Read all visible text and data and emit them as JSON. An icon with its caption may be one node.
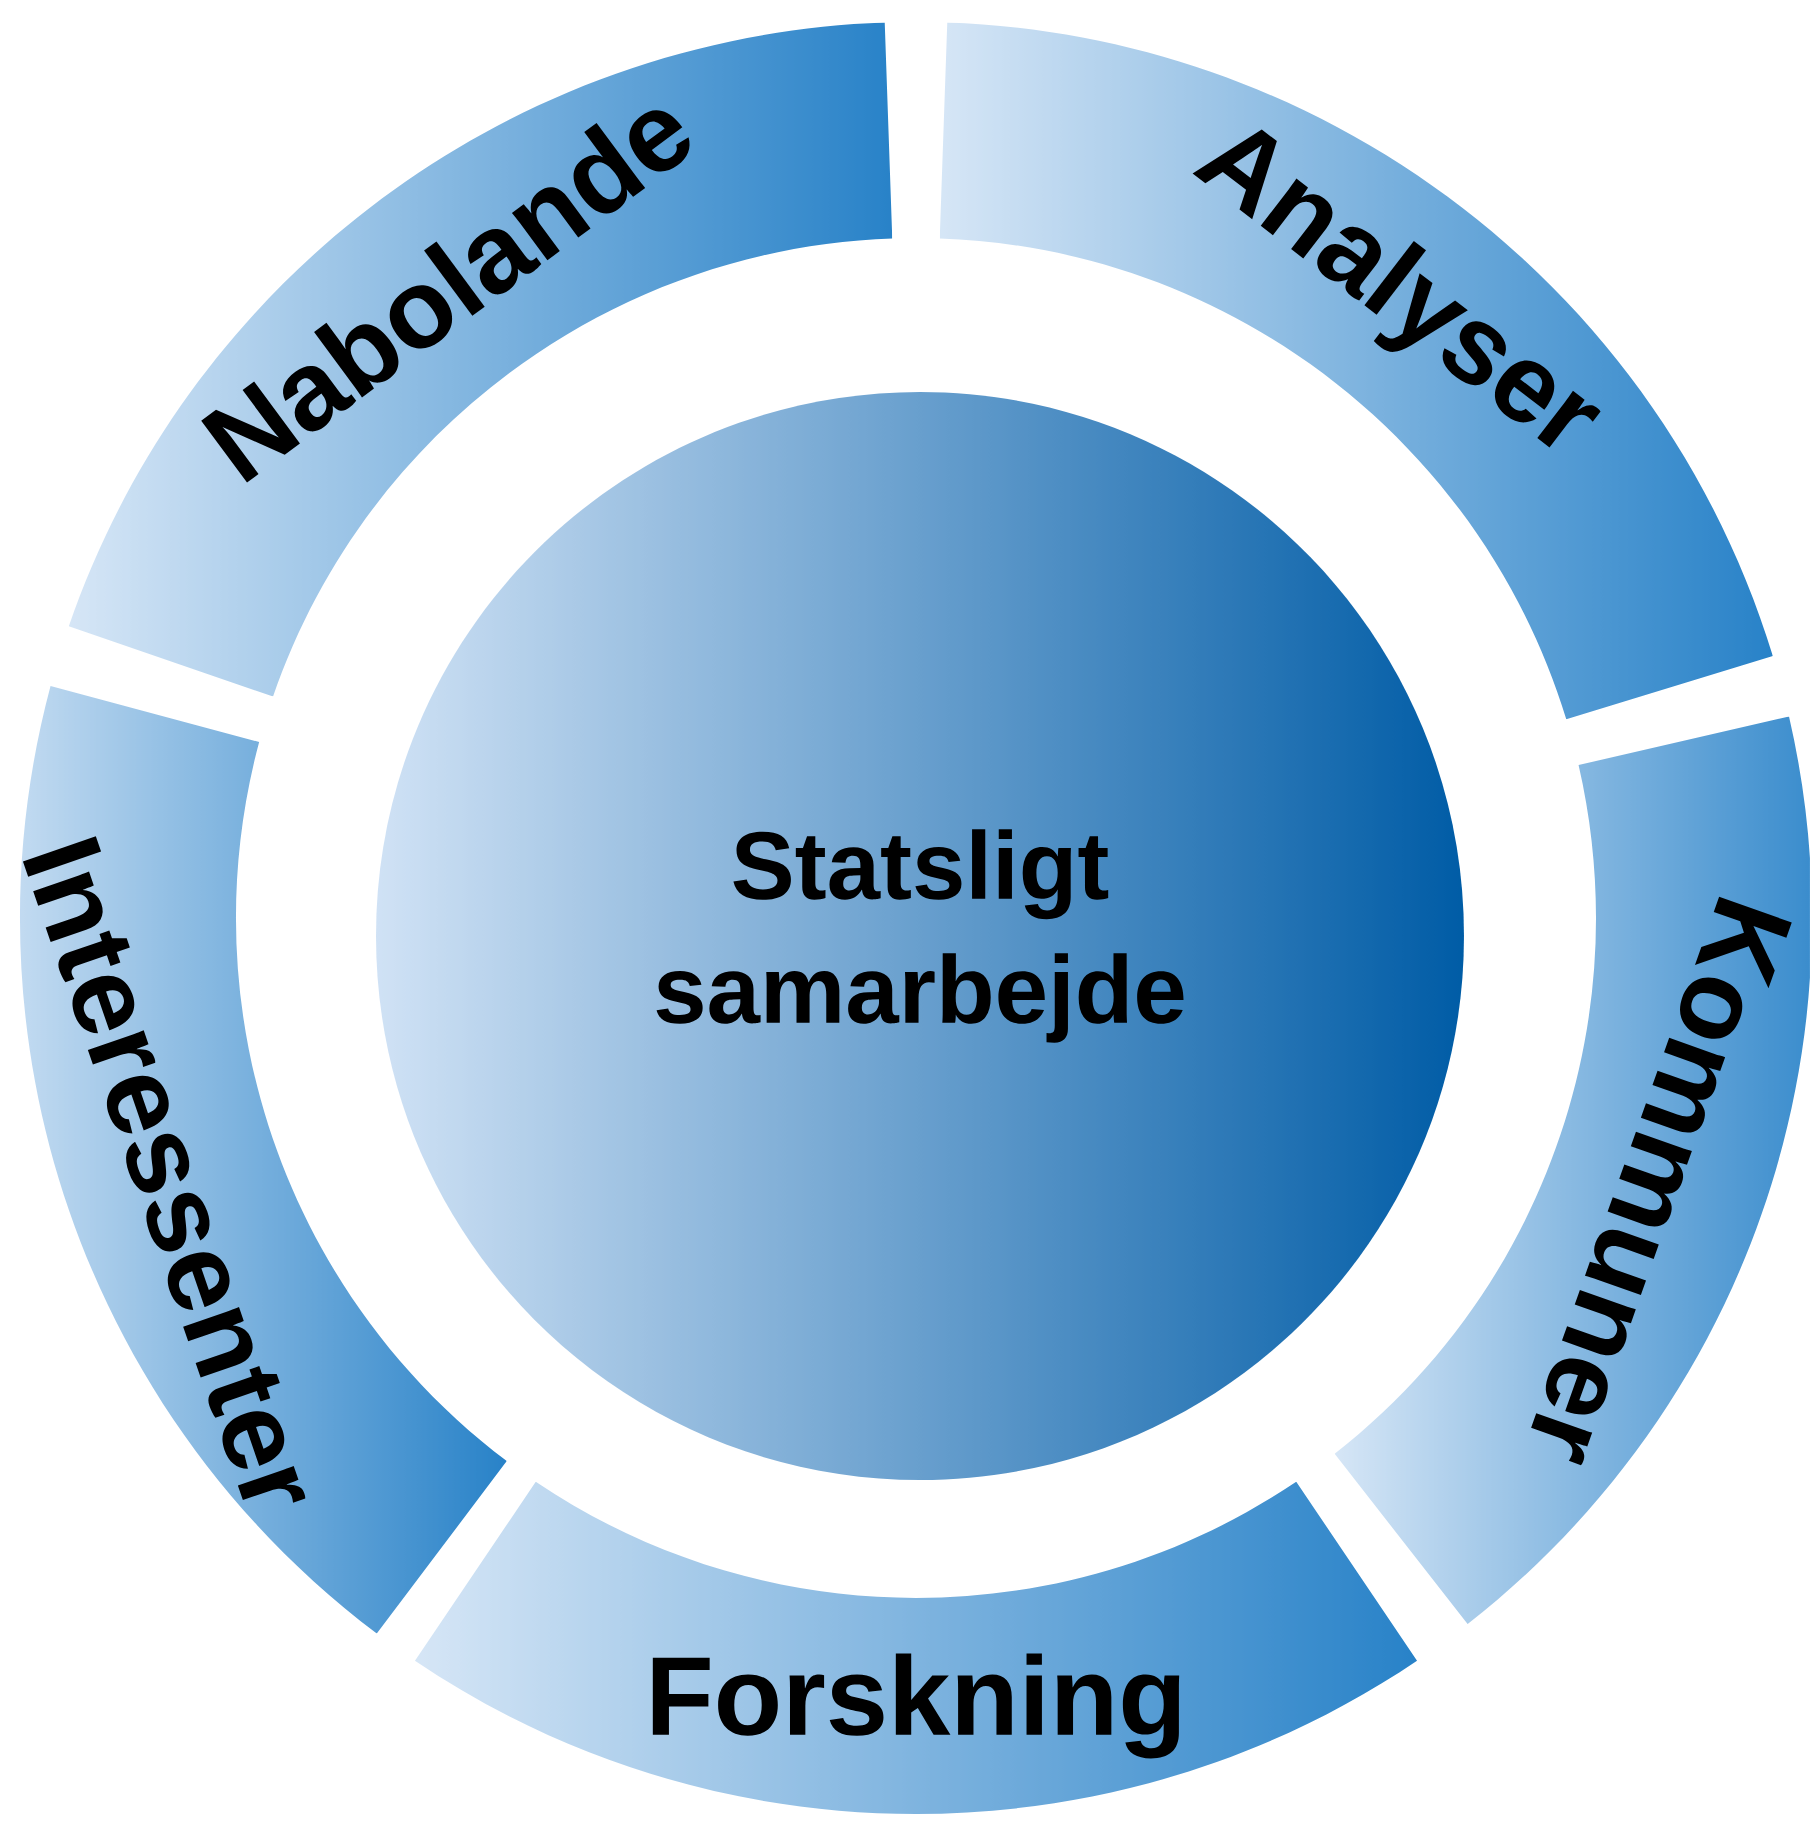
{
  "diagram": {
    "nodes": [
      {
        "text": [
          "Statsligt samarbejde"
        ]
      },
      {
        "text": [
          "Nabolande"
        ]
      },
      {
        "text": [
          "Analyser"
        ]
      },
      {
        "text": [
          "Kommuner"
        ]
      },
      {
        "text": [
          "Forskning"
        ]
      },
      {
        "text": [
          "Interessenter"
        ]
      }
    ]
  }
}
